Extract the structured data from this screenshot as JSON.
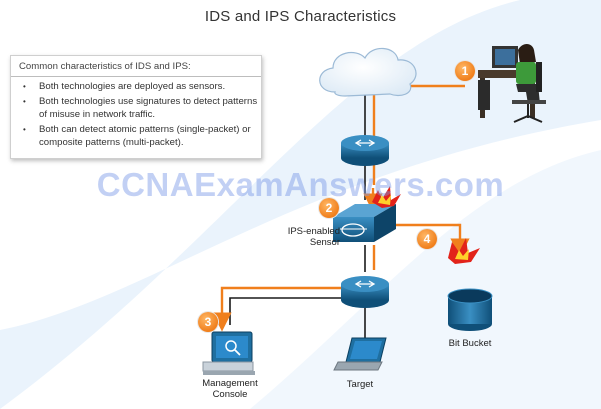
{
  "title": "IDS and IPS Characteristics",
  "infobox": {
    "heading": "Common characteristics of IDS and IPS:",
    "bullets": [
      "Both technologies are deployed as sensors.",
      "Both technologies use signatures to detect patterns of misuse in network traffic.",
      "Both can detect atomic patterns (single-packet) or composite patterns (multi-packet)."
    ]
  },
  "watermark": "CCNAExamAnswers.com",
  "labels": {
    "sensor": "IPS-enabled Sensor",
    "bit_bucket": "Bit Bucket",
    "target": "Target",
    "console": "Management Console"
  },
  "steps": [
    "1",
    "2",
    "3",
    "4"
  ],
  "colors": {
    "traffic": "#f07f1c",
    "link": "#1a1a1a",
    "device": "#1f6fa0",
    "background_swoosh": "#e6f1fb"
  }
}
